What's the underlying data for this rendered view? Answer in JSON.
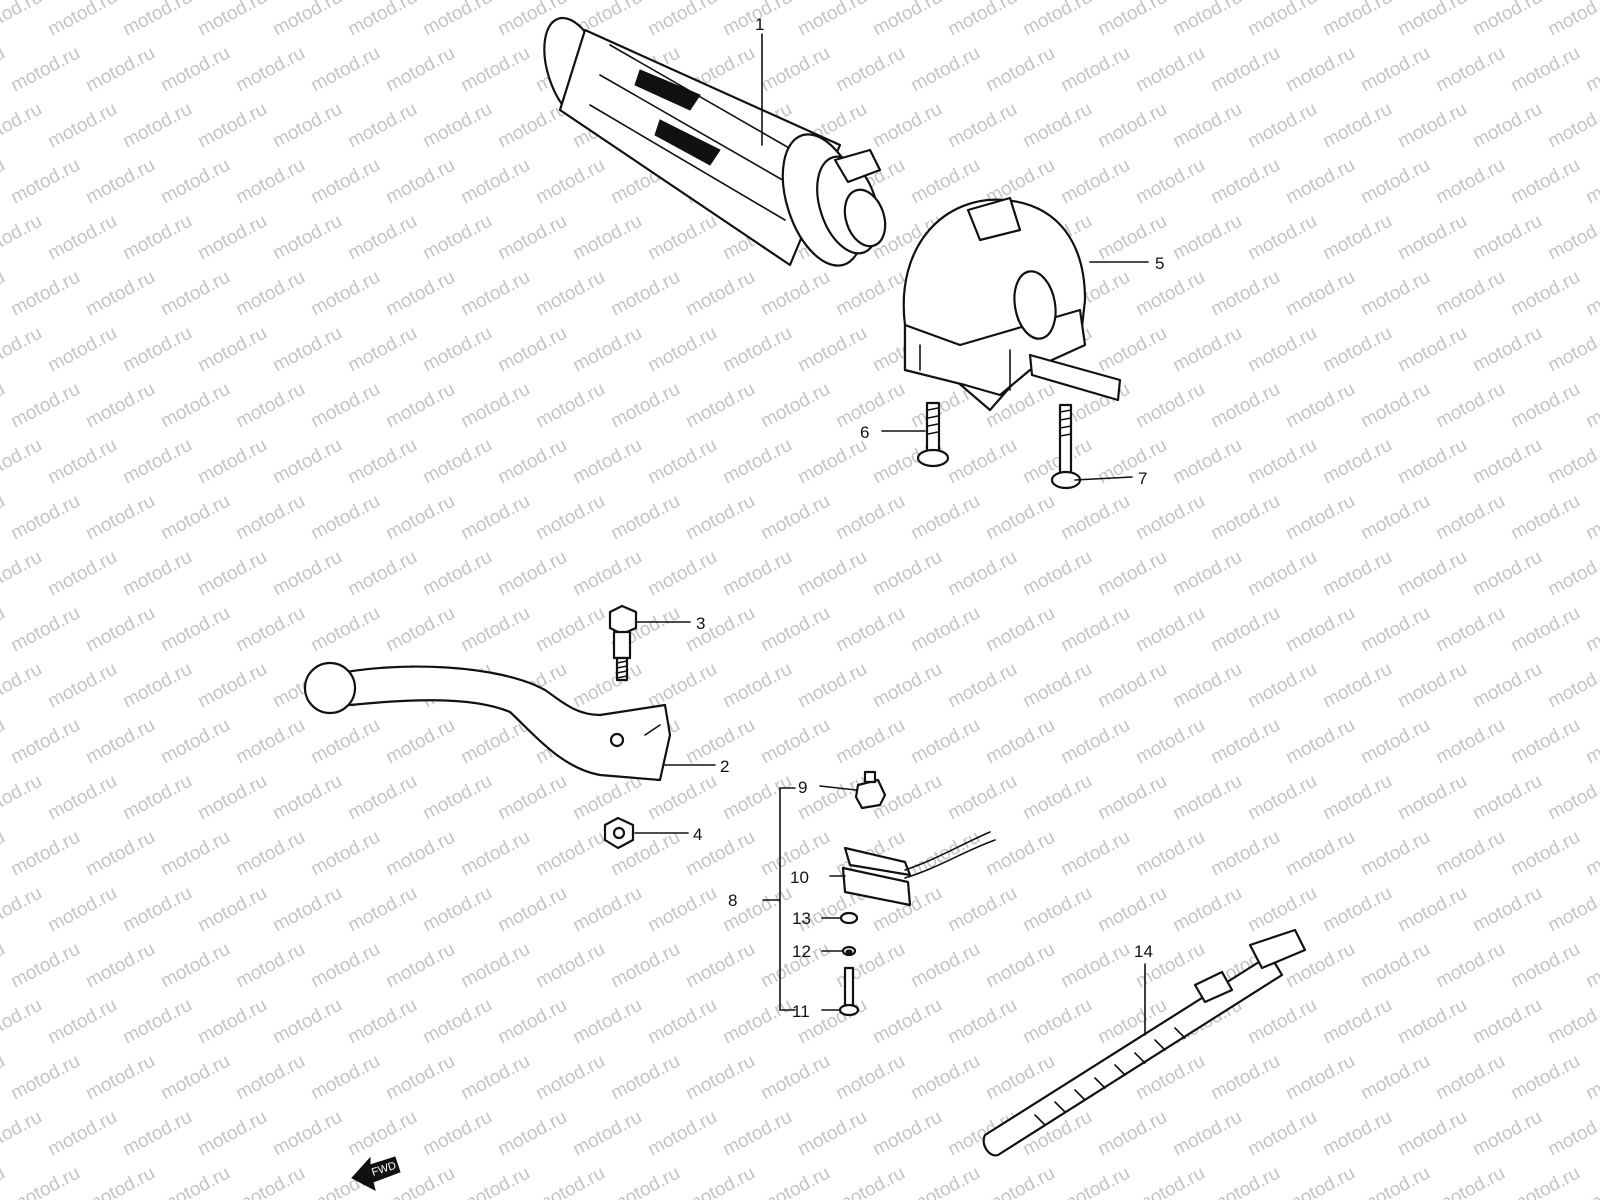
{
  "watermark": "motod.ru",
  "fwd_label": "FWD",
  "callouts": [
    {
      "id": "1",
      "text": "1"
    },
    {
      "id": "2",
      "text": "2"
    },
    {
      "id": "3",
      "text": "3"
    },
    {
      "id": "4",
      "text": "4"
    },
    {
      "id": "5",
      "text": "5"
    },
    {
      "id": "6",
      "text": "6"
    },
    {
      "id": "7",
      "text": "7"
    },
    {
      "id": "8",
      "text": "8"
    },
    {
      "id": "9",
      "text": "9"
    },
    {
      "id": "10",
      "text": "10"
    },
    {
      "id": "11",
      "text": "11"
    },
    {
      "id": "12",
      "text": "12"
    },
    {
      "id": "13",
      "text": "13"
    },
    {
      "id": "14",
      "text": "14"
    }
  ],
  "colors": {
    "ink": "#111111",
    "watermark": "#c4c4c4",
    "background": "#ffffff"
  }
}
